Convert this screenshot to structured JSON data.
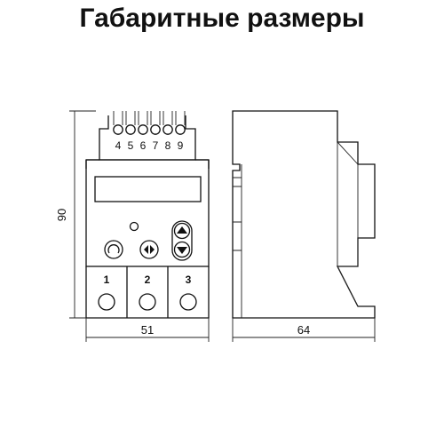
{
  "title": "Габаритные размеры",
  "terminals_top": [
    "4",
    "5",
    "6",
    "7",
    "8",
    "9"
  ],
  "terminals_bottom": [
    "1",
    "2",
    "3"
  ],
  "dimensions": {
    "height": "90",
    "front_width": "51",
    "side_depth": "64"
  },
  "colors": {
    "line": "#111111",
    "background": "#ffffff"
  }
}
